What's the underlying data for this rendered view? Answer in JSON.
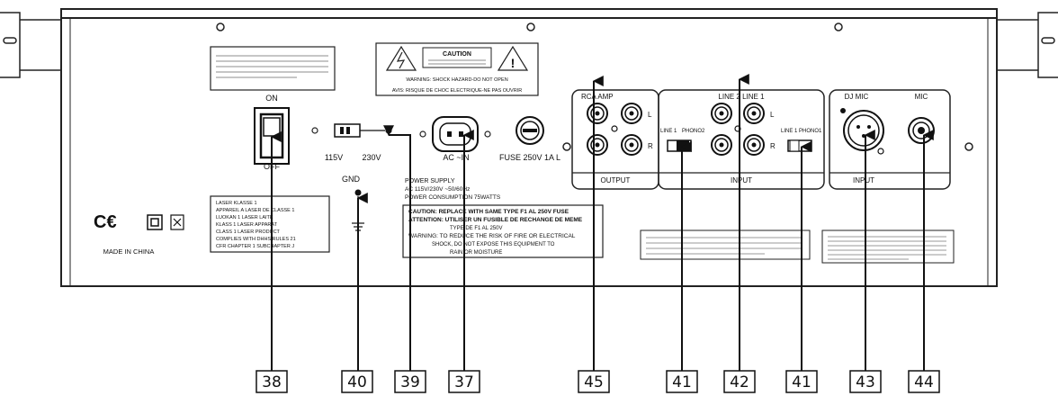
{
  "panel": {
    "power_switch": {
      "on": "ON",
      "off": "OFF"
    },
    "voltage": {
      "v115": "115V",
      "v230": "230V"
    },
    "ac_in": "AC ~IN",
    "fuse": "FUSE 250V 1A L",
    "gnd": "GND",
    "made_in": "MADE IN CHINA",
    "warning_header": "CAUTION",
    "warning_line1": "WARNING: SHOCK HAZARD-DO NOT OPEN",
    "warning_line2": "AVIS: RISQUE DE CHOC ELECTRIQUE-NE PAS OUVRIR",
    "power_supply": {
      "title": "POWER SUPPLY",
      "line1": "AC 115V/230V ~50/60Hz",
      "line2": "POWER CONSUMPTION 75WATTS"
    },
    "caution_box": {
      "line1": "CAUTION: REPLACE WITH SAME TYPE F1 AL 250V FUSE",
      "line2": "ATTENTION: UTILISER UN FUSIBLE DE RECHANGE DE MEME",
      "line3": "TYPE DE F1 AL 250V",
      "line4": "WARNING: TO REDUCE THE RISK OF FIRE OR ELECTRICAL",
      "line5": "SHOCK, DO NOT EXPOSE THIS EQUIPMENT TO",
      "line6": "RAIN OR MOISTURE"
    },
    "laser_box": {
      "line1": "LASER KLASSE 1",
      "line2": "APPAREIL A LASER DE CLASSE 1",
      "line3": "LUOKAN 1 LASER LAITE",
      "line4": "KLASS 1 LASER APPARAT",
      "line5": "CLASS 1 LASER PRODUCT",
      "line6": "COMPLIES WITH DHHS RULES 21",
      "line7": "CFR CHAPTER 1 SUBCHAPTER J"
    },
    "output_group": {
      "title": "RCA AMP",
      "caption": "OUTPUT",
      "l": "L",
      "r": "R"
    },
    "input_group": {
      "title": "LINE 2  LINE 1",
      "caption": "INPUT",
      "l": "L",
      "r": "R",
      "sw1_left": "LINE 1",
      "sw1_right": "PHONO2",
      "sw2_left": "LINE 1",
      "sw2_right": "PHONO1"
    },
    "mic_group": {
      "dj_mic": "DJ MIC",
      "mic": "MIC",
      "caption": "INPUT"
    }
  },
  "callouts": [
    {
      "id": "c38",
      "label": "38"
    },
    {
      "id": "c40",
      "label": "40"
    },
    {
      "id": "c39",
      "label": "39"
    },
    {
      "id": "c37",
      "label": "37"
    },
    {
      "id": "c45",
      "label": "45"
    },
    {
      "id": "c41a",
      "label": "41"
    },
    {
      "id": "c42",
      "label": "42"
    },
    {
      "id": "c41b",
      "label": "41"
    },
    {
      "id": "c43",
      "label": "43"
    },
    {
      "id": "c44",
      "label": "44"
    }
  ]
}
